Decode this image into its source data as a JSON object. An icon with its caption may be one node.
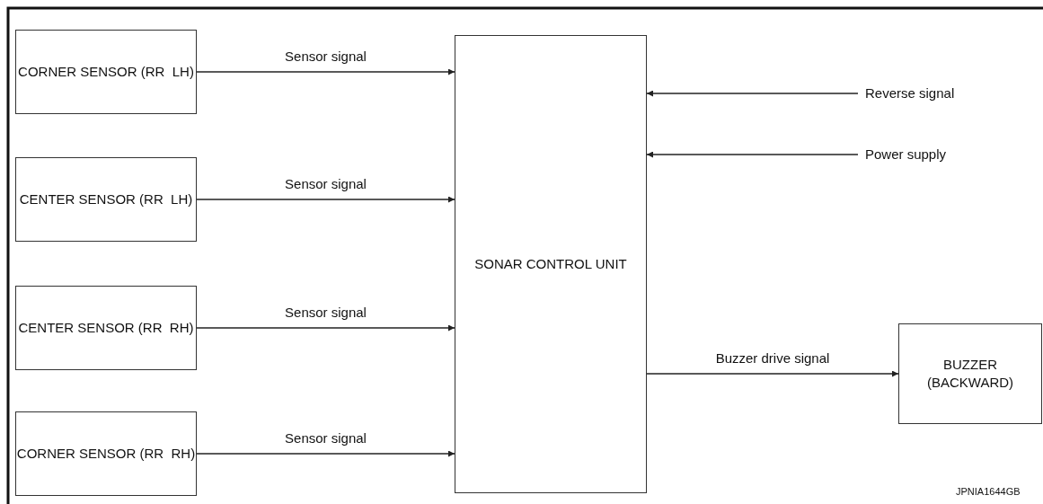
{
  "diagram": {
    "nodes": [
      {
        "text": [
          "CORNER SENSOR (RR  LH)"
        ]
      },
      {
        "text": [
          "CENTER SENSOR (RR  LH)"
        ]
      },
      {
        "text": [
          "CENTER SENSOR (RR  RH)"
        ]
      },
      {
        "text": [
          "CORNER SENSOR (RR  RH)"
        ]
      },
      {
        "text": [
          "SONAR CONTROL UNIT"
        ]
      },
      {
        "text": [
          "BUZZER (BACKWARD)"
        ]
      },
      {
        "text": [
          "Reverse signal"
        ]
      },
      {
        "text": [
          "Power supply"
        ]
      }
    ],
    "edges": [
      {
        "from": 0,
        "to": 4,
        "arrow": "to",
        "label": "Sensor signal"
      },
      {
        "from": 1,
        "to": 4,
        "arrow": "to",
        "label": "Sensor signal"
      },
      {
        "from": 2,
        "to": 4,
        "arrow": "to",
        "label": "Sensor signal"
      },
      {
        "from": 3,
        "to": 4,
        "arrow": "to",
        "label": "Sensor signal"
      },
      {
        "from": 6,
        "to": 4,
        "arrow": "to"
      },
      {
        "from": 7,
        "to": 4,
        "arrow": "to"
      },
      {
        "from": 4,
        "to": 5,
        "arrow": "to",
        "label": "Buzzer drive signal"
      }
    ],
    "labels": [
      "JPNIA1644GB"
    ]
  }
}
